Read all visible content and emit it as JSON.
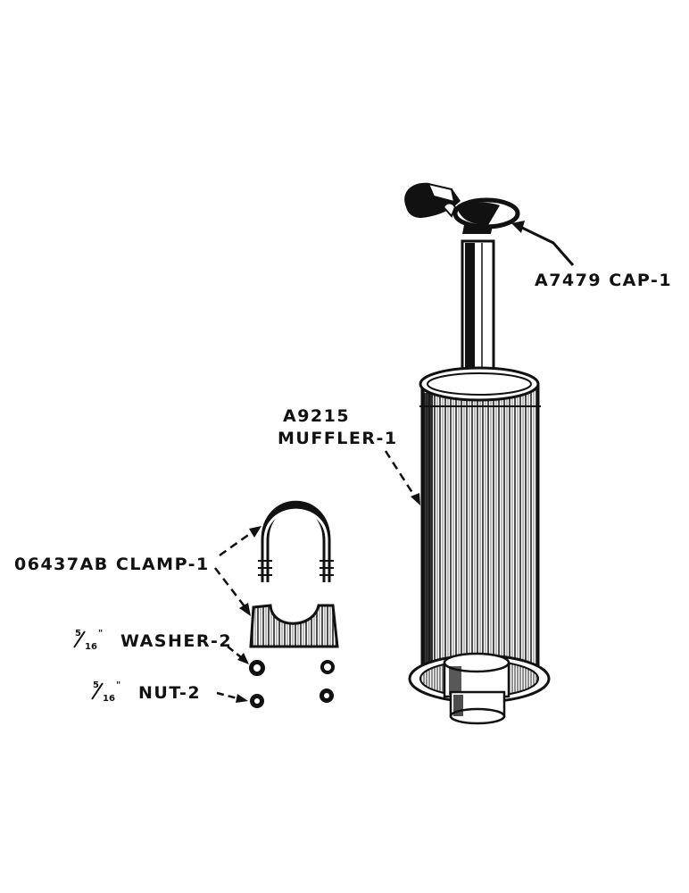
{
  "labels": {
    "cap": "A7479 CAP-1",
    "muffler_part": "A9215",
    "muffler_name": "MUFFLER-1",
    "clamp": "06437AB CLAMP-1",
    "washer": "WASHER-2",
    "nut": "NUT-2",
    "size_num": "5",
    "size_den": "16",
    "size_unit": "\""
  },
  "colors": {
    "ink": "#111111",
    "paper": "#ffffff"
  }
}
